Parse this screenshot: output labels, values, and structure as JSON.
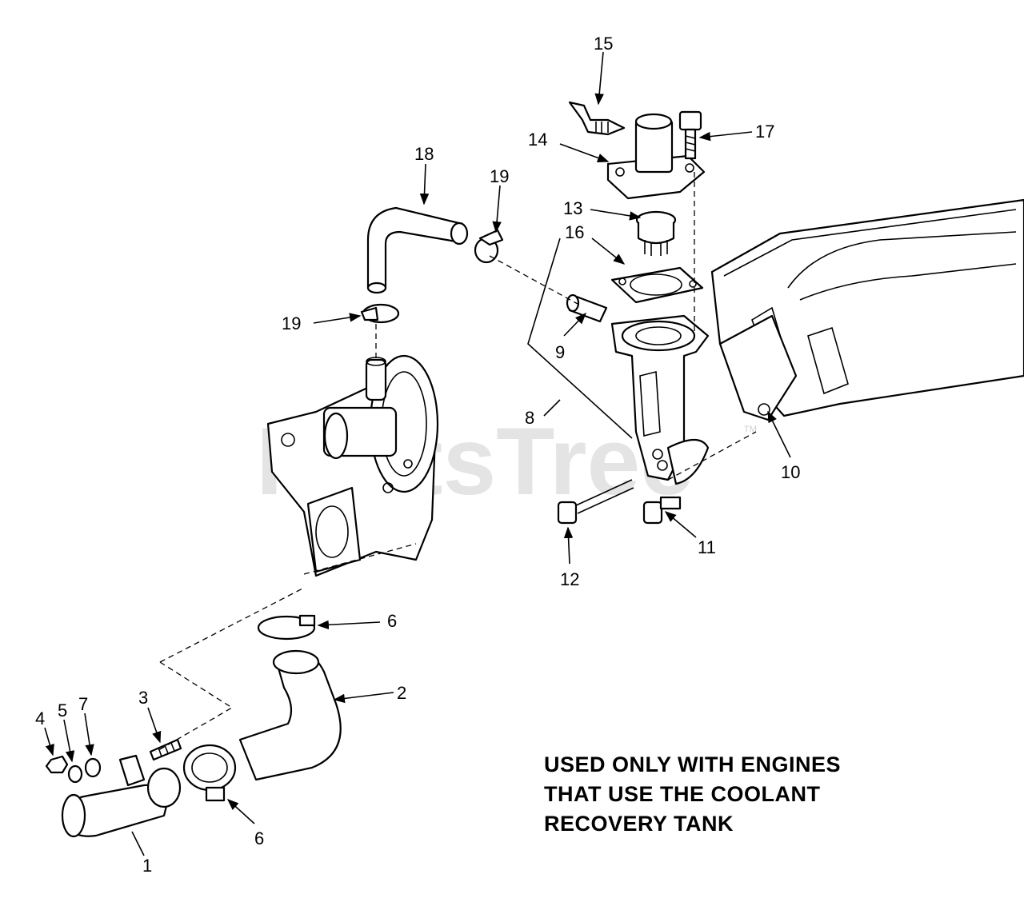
{
  "watermark": "PartsTree",
  "watermark_tm": "TM",
  "note_lines": [
    "USED ONLY WITH ENGINES",
    "THAT USE THE COOLANT",
    "RECOVERY TANK"
  ],
  "callouts": {
    "c1": "1",
    "c2": "2",
    "c3": "3",
    "c4": "4",
    "c5": "5",
    "c6a": "6",
    "c6b": "6",
    "c7": "7",
    "c8": "8",
    "c9": "9",
    "c10": "10",
    "c11": "11",
    "c12": "12",
    "c13": "13",
    "c14": "14",
    "c15": "15",
    "c16": "16",
    "c17": "17",
    "c18": "18",
    "c19a": "19",
    "c19b": "19"
  }
}
